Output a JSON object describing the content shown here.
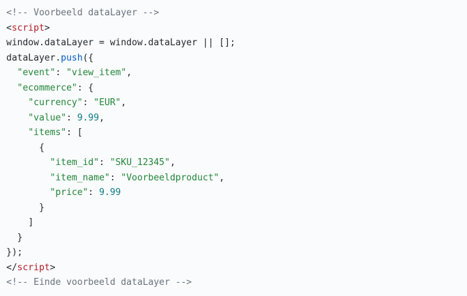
{
  "code": {
    "comment_open": "<!-- Voorbeeld dataLayer -->",
    "lt": "<",
    "gt": ">",
    "lt_slash": "</",
    "script_tag": "script",
    "line3": "window.dataLayer = window.dataLayer || [];",
    "datalayer_ident": "dataLayer",
    "dot": ".",
    "push_fn": "push",
    "push_open": "({",
    "key_event": "\"event\"",
    "val_event": "\"view_item\"",
    "key_ecommerce": "\"ecommerce\"",
    "key_currency": "\"currency\"",
    "val_currency": "\"EUR\"",
    "key_value": "\"value\"",
    "val_value": "9.99",
    "key_items": "\"items\"",
    "key_item_id": "\"item_id\"",
    "val_item_id": "\"SKU_12345\"",
    "key_item_name": "\"item_name\"",
    "val_item_name": "\"Voorbeeldproduct\"",
    "key_price": "\"price\"",
    "val_price": "9.99",
    "colon": ": ",
    "comma": ",",
    "open_brace": "{",
    "open_bracket": "[",
    "close_brace": "}",
    "close_bracket": "]",
    "close_push": "});",
    "comment_close": "<!-- Einde voorbeeld dataLayer -->"
  },
  "colors": {
    "background": "#fafbfc",
    "comment": "#6a737d",
    "tag": "#b31d28",
    "function": "#005cc5",
    "string": "#22863a",
    "number": "#0c7c85",
    "text": "#24292e"
  }
}
